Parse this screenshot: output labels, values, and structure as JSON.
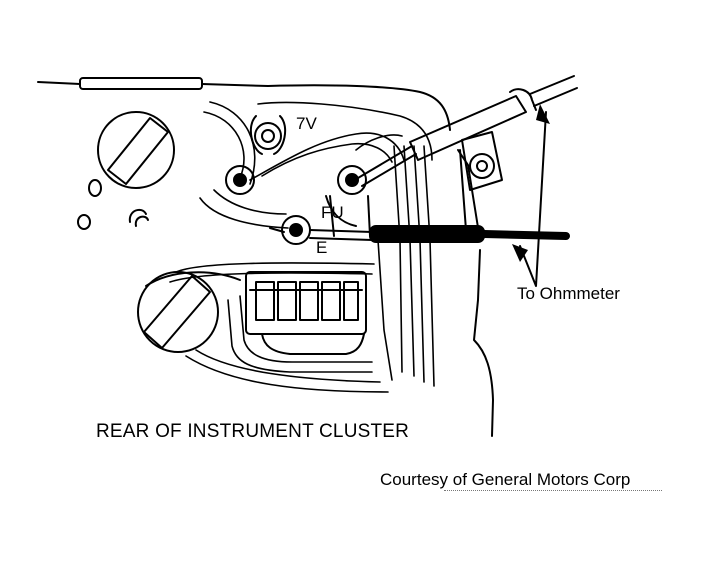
{
  "labels": {
    "pin_7v": "7V",
    "pin_fu": "FU",
    "pin_e": "E",
    "meter": "To Ohmmeter",
    "caption": "REAR OF INSTRUMENT CLUSTER",
    "credit": "Courtesy of General Motors Corp"
  },
  "colors": {
    "ink": "#000000",
    "paper": "#ffffff"
  }
}
